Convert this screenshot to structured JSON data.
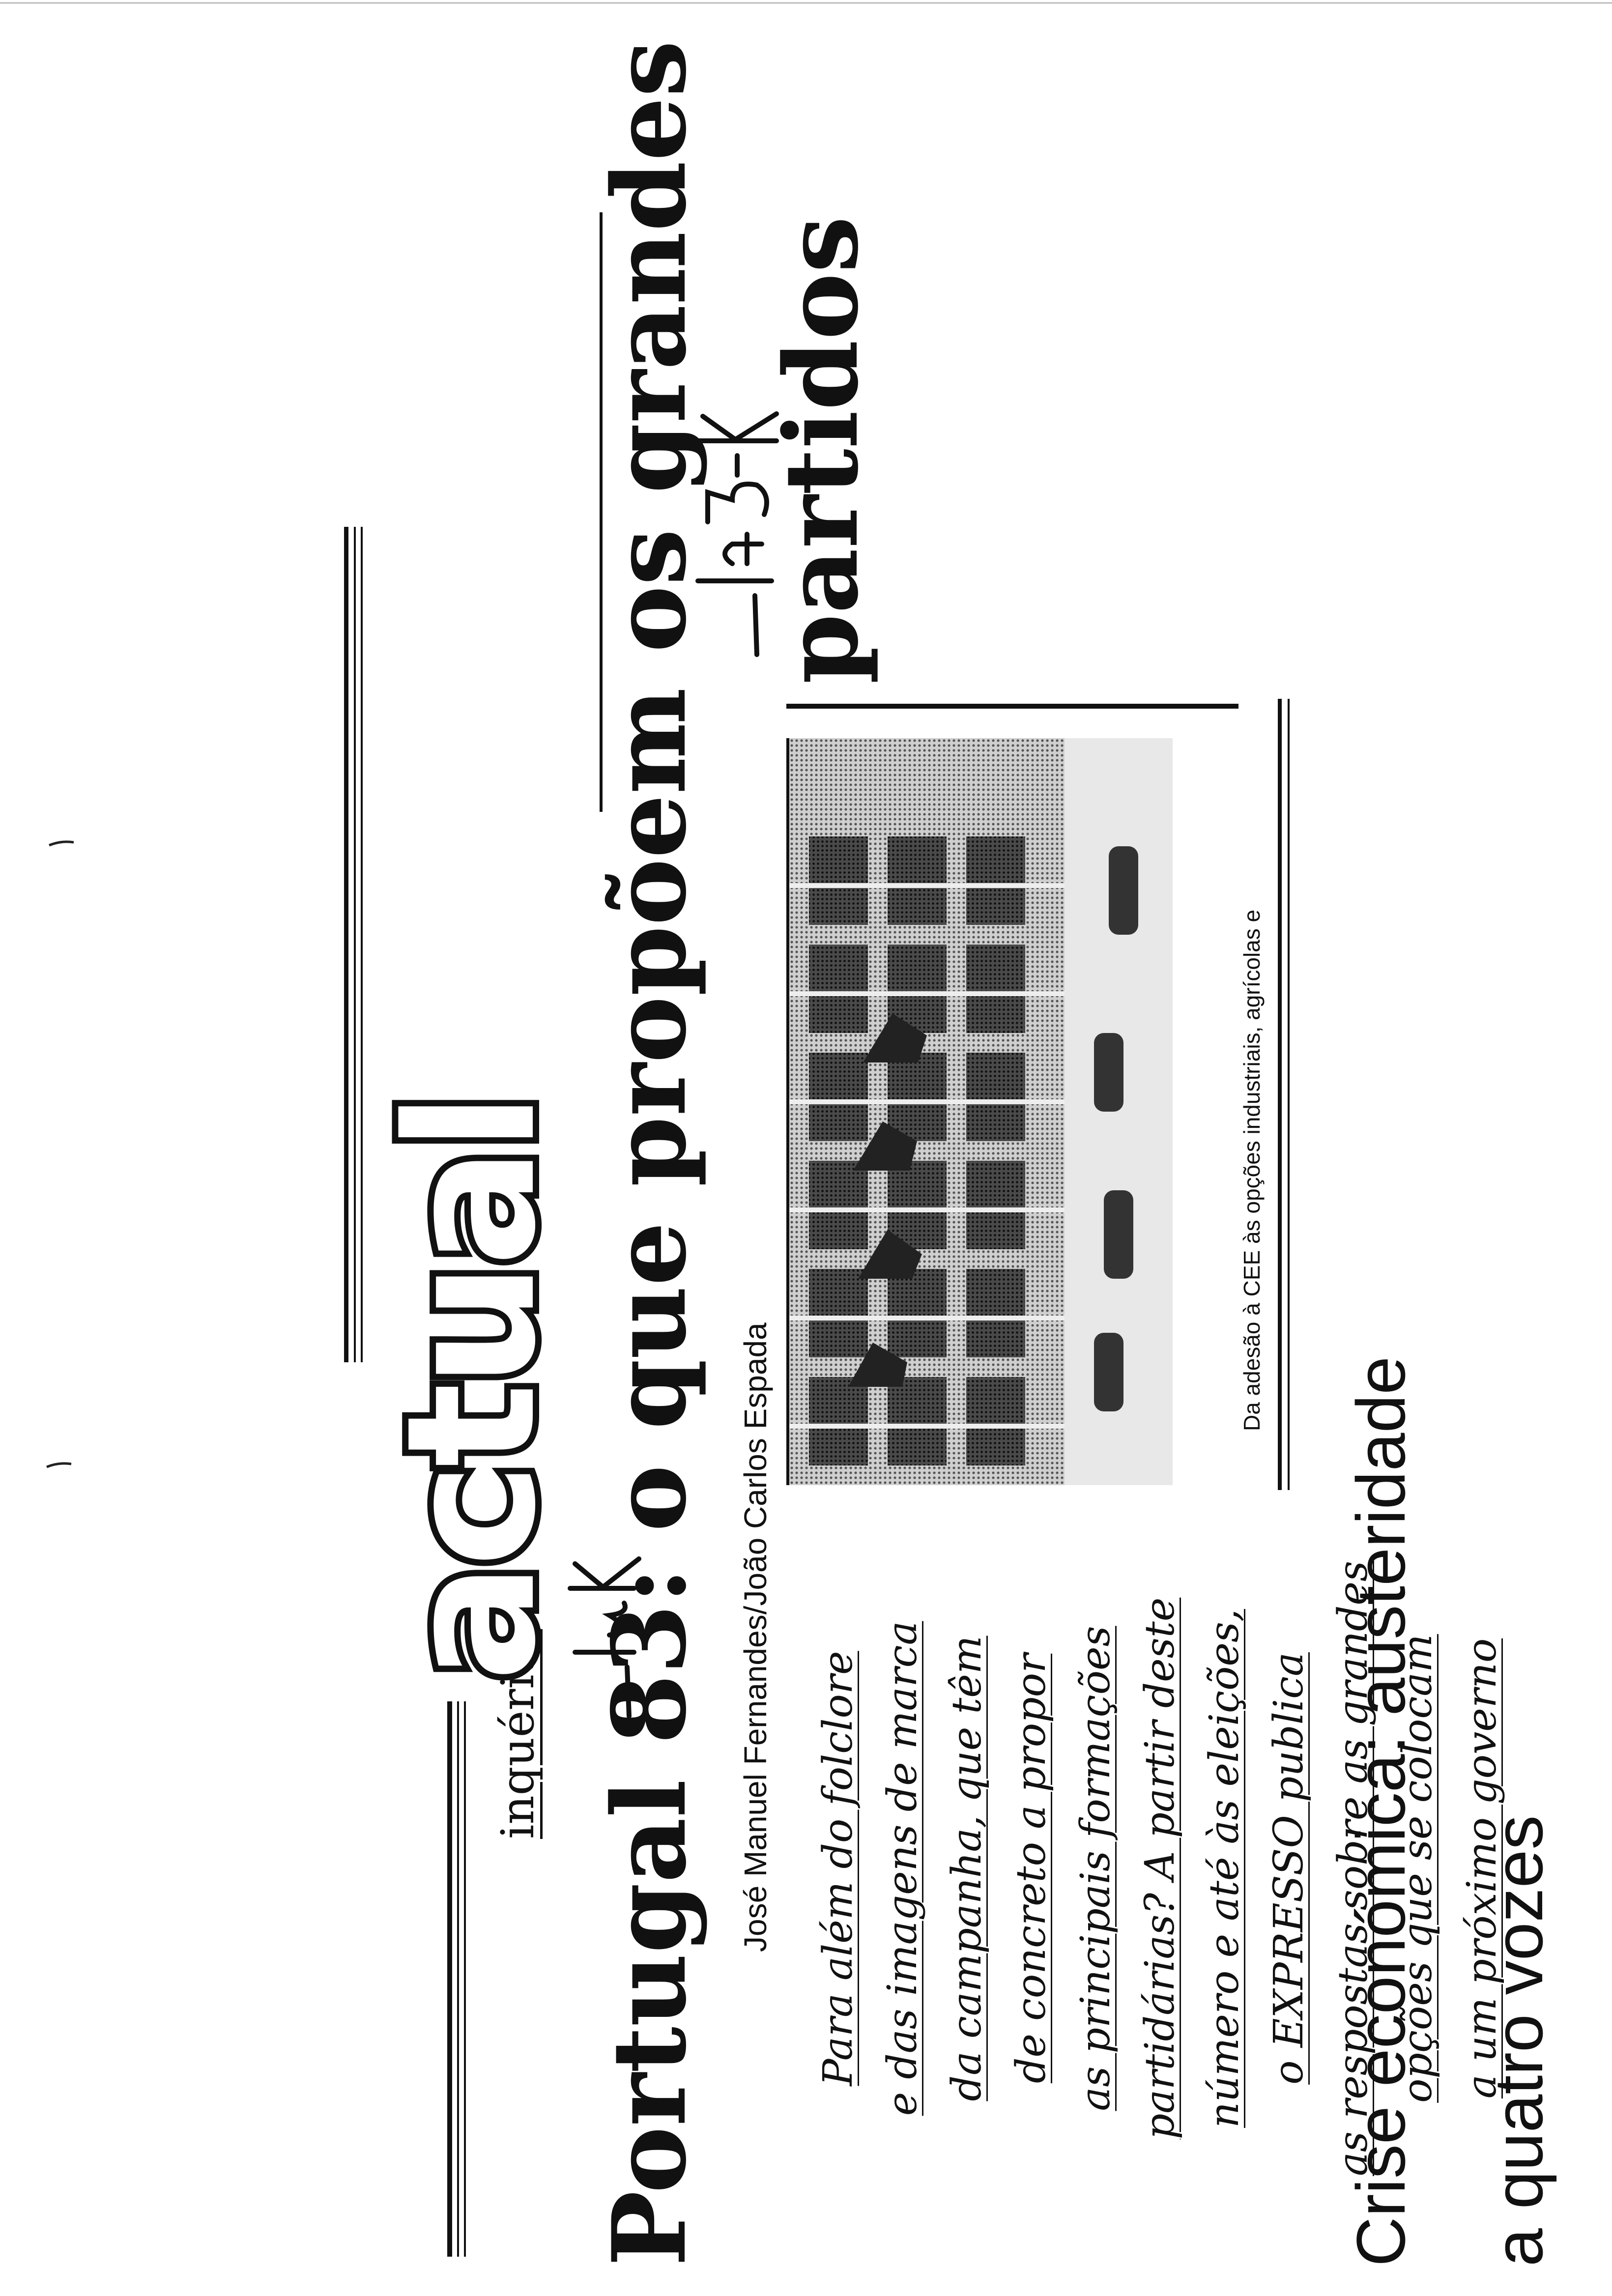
{
  "article": {
    "kicker": "inquérito",
    "logo": "actual",
    "headline": "Portugal 83: o que propõem os grandes",
    "headline_line2": "partidos",
    "byline": "José Manuel Fernandes/João Carlos Espada",
    "lede_lines": [
      "Para além do folclore",
      "e das imagens de marca",
      "da campanha, que têm",
      "de concreto a propor",
      "as principais formações",
      "partidárias? A partir deste",
      "número e até às eleições,",
      "o EXPRESSO publica",
      "as respostas sobre as grandes",
      "opções que se colocam",
      "a um próximo governo"
    ],
    "photo_caption": "Da adesão à CEE às opções industriais, agrícolas e",
    "section_title_line1": "Crise económica: austeridade",
    "section_title_line2": "a quatro vozes"
  },
  "annotations": {
    "handwritten_1": "—lu K",
    "handwritten_2": "—145-K"
  }
}
